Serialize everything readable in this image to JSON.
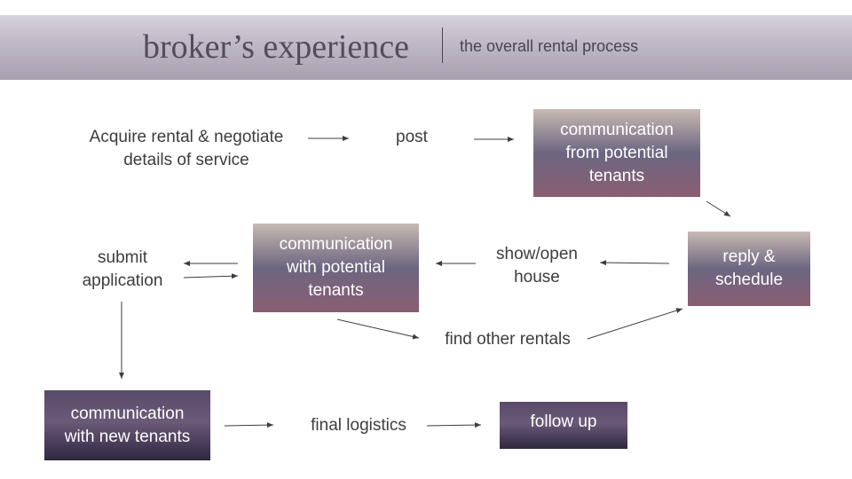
{
  "header": {
    "title": "broker’s experience",
    "subtitle": "the overall rental process"
  },
  "nodes": {
    "acquire": "Acquire rental & negotiate\ndetails of service",
    "post": "post",
    "comm_from_tenants": "communication\nfrom potential\ntenants",
    "reply_schedule": "reply &\nschedule",
    "show_open_house": "show/open\nhouse",
    "comm_with_tenants": "communication\nwith potential\ntenants",
    "submit_application": "submit\napplication",
    "find_other_rentals": "find other rentals",
    "comm_new_tenants": "communication\nwith new tenants",
    "final_logistics": "final logistics",
    "follow_up": "follow up"
  },
  "colors": {
    "arrow": "#3d3d3d",
    "header_bg": "#bfb8c6"
  }
}
